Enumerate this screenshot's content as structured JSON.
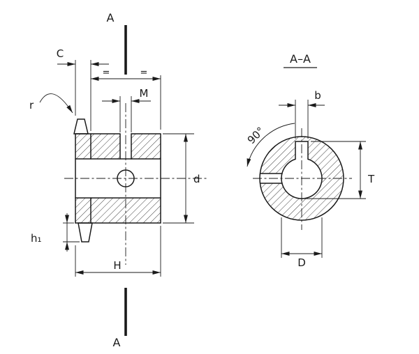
{
  "drawing": {
    "colors": {
      "line": "#1a1a1a",
      "background": "#ffffff"
    },
    "side_view": {
      "section_label_top": "A",
      "section_label_bottom": "A",
      "dims": {
        "tooth_width": "C",
        "radius": "r",
        "thread_hole": "M",
        "diameter": "d",
        "tooth_height": "h₁",
        "hub_width": "H",
        "equal_left": "=",
        "equal_right": "="
      }
    },
    "section_view": {
      "title": "A–A",
      "dims": {
        "keyway_width": "b",
        "hole_angle": "90°",
        "keyway_depth": "T",
        "bore_diameter": "D"
      }
    }
  }
}
